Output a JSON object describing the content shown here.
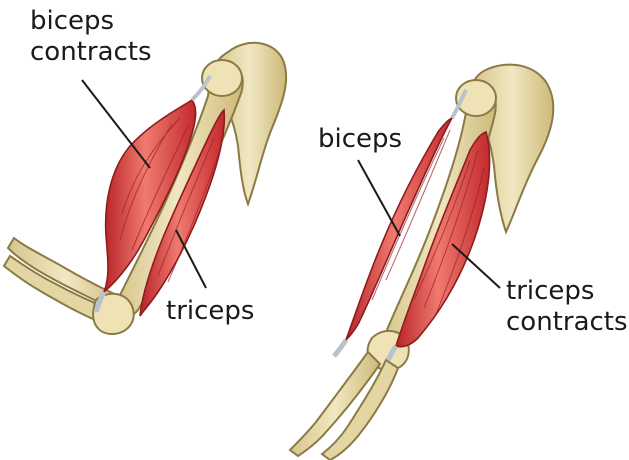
{
  "labels": {
    "left_biceps_line1": "biceps",
    "left_biceps_line2": "contracts",
    "left_triceps": "triceps",
    "right_biceps": "biceps",
    "right_triceps_line1": "triceps",
    "right_triceps_line2": "contracts"
  },
  "colors": {
    "bone_fill": "#e8dcae",
    "bone_stroke": "#8a7a45",
    "bone_shadow": "#c9b77b",
    "muscle_fill": "#d9383a",
    "muscle_light": "#f07a6e",
    "muscle_stroke": "#8e1c1e",
    "tendon": "#b9c3cc",
    "leader": "#1a1a1a"
  }
}
